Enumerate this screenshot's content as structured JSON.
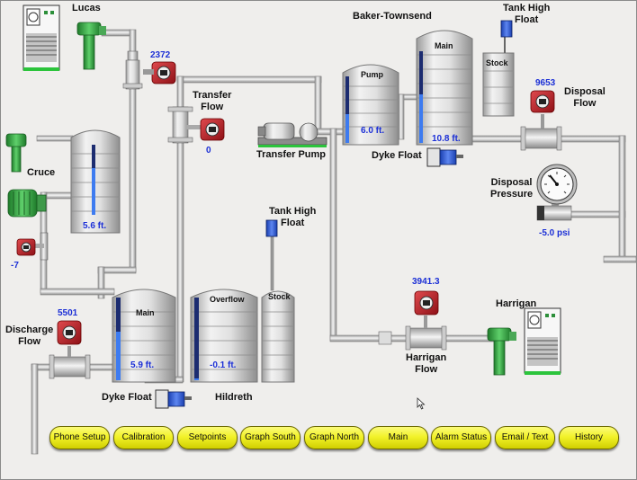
{
  "sites": {
    "lucas": "Lucas",
    "baker_townsend": "Baker-Townsend",
    "cruce": "Cruce",
    "hildreth": "Hildreth",
    "harrigan": "Harrigan"
  },
  "labels": {
    "transfer_flow": "Transfer\nFlow",
    "transfer_pump": "Transfer Pump",
    "dyke_float_top": "Dyke Float",
    "dyke_float_bottom": "Dyke Float",
    "tank_high_float_top": "Tank High\nFloat",
    "tank_high_float_mid": "Tank High\nFloat",
    "disposal_flow": "Disposal\nFlow",
    "disposal_pressure": "Disposal\nPressure",
    "discharge_flow": "Discharge\nFlow",
    "harrigan_flow": "Harrigan\nFlow"
  },
  "tanks": {
    "pump": {
      "name": "Pump",
      "level": "6.0 ft."
    },
    "main_top": {
      "name": "Main",
      "level": "10.8 ft."
    },
    "stock_top": {
      "name": "Stock"
    },
    "cruce": {
      "level": "5.6 ft."
    },
    "main_bottom": {
      "name": "Main",
      "level": "5.9 ft."
    },
    "overflow": {
      "name": "Overflow",
      "level": "-0.1 ft."
    },
    "stock_bottom": {
      "name": "Stock"
    }
  },
  "readings": {
    "lucas_flow": "2372",
    "transfer_flow": "0",
    "disposal_flow": "9653",
    "disposal_pressure": "-5.0 psi",
    "cruce_pressure": "-7",
    "discharge_flow": "5501",
    "harrigan_flow": "3941.3"
  },
  "nav": {
    "phone_setup": "Phone Setup",
    "calibration": "Calibration",
    "setpoints": "Setpoints",
    "graph_south": "Graph South",
    "graph_north": "Graph North",
    "main": "Main",
    "alarm_status": "Alarm Status",
    "email_text": "Email / Text",
    "history": "History"
  },
  "colors": {
    "background": "#efeeec",
    "value_text": "#1b2fd6",
    "button_fill": "#f2f22a",
    "transmitter_red": "#c0222a",
    "pump_green": "#2e9e3e",
    "level_blue": "#3566d8"
  }
}
